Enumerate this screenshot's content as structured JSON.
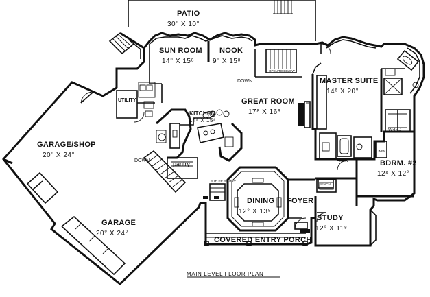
{
  "rooms": {
    "patio": {
      "name": "PATIO",
      "size": "30° X 10°"
    },
    "sun_room": {
      "name": "SUN ROOM",
      "size": "14° X 15⁸"
    },
    "nook": {
      "name": "NOOK",
      "size": "9° X 15⁸"
    },
    "great_room": {
      "name": "GREAT ROOM",
      "size": "17⁸ X 16⁸"
    },
    "master_suite": {
      "name": "MASTER SUITE",
      "size": "14⁶ X 20°"
    },
    "kitchen": {
      "name": "KITCHEN",
      "size": "14⁸ X 15⁸"
    },
    "garage_shop": {
      "name": "GARAGE/SHOP",
      "size": "20° X 24°"
    },
    "garage": {
      "name": "GARAGE",
      "size": "20° X 24°"
    },
    "dining": {
      "name": "DINING",
      "size": "12° X 13⁸"
    },
    "foyer": {
      "name": "FOYER",
      "size": ""
    },
    "study": {
      "name": "STUDY",
      "size": "12° X 11⁸"
    },
    "bedroom2": {
      "name": "BDRM. #2",
      "size": "12⁸ X 12°"
    },
    "porch": {
      "name": "COVERED ENTRY PORCH",
      "size": ""
    },
    "utility": {
      "name": "UTILITY",
      "size": ""
    },
    "pantry": {
      "name": "pantry",
      "size": ""
    },
    "wic": {
      "name": "W-I-C",
      "size": ""
    }
  },
  "annotations": {
    "down_stair_1": "DOWN",
    "down_stair_2": "DOWN",
    "open_to_below": "OPEN TO BELOW",
    "linen_1": "LINEN",
    "linen_2": "LINEN",
    "butler_pantry": "BUTLER PANTRY",
    "bench": "BENCH"
  },
  "caption": "MAIN LEVEL FLOOR PLAN"
}
